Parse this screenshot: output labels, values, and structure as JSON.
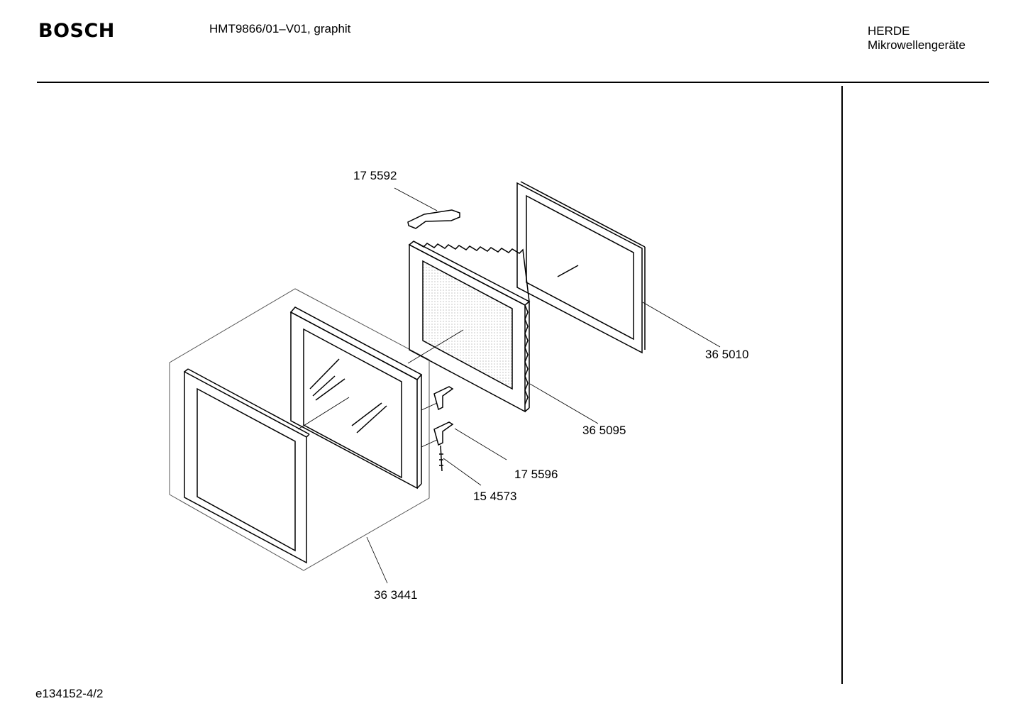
{
  "header": {
    "brand": "BOSCH",
    "model": "HMT9866/01–V01, graphit",
    "category_line1": "HERDE",
    "category_line2": "Mikrowellengeräte"
  },
  "parts": {
    "p175592": "17 5592",
    "p365010": "36 5010",
    "p365095": "36 5095",
    "p175596": "17 5596",
    "p154573": "15 4573",
    "p363441": "36 3441"
  },
  "footer": {
    "doc_id": "e134152-4/2"
  }
}
